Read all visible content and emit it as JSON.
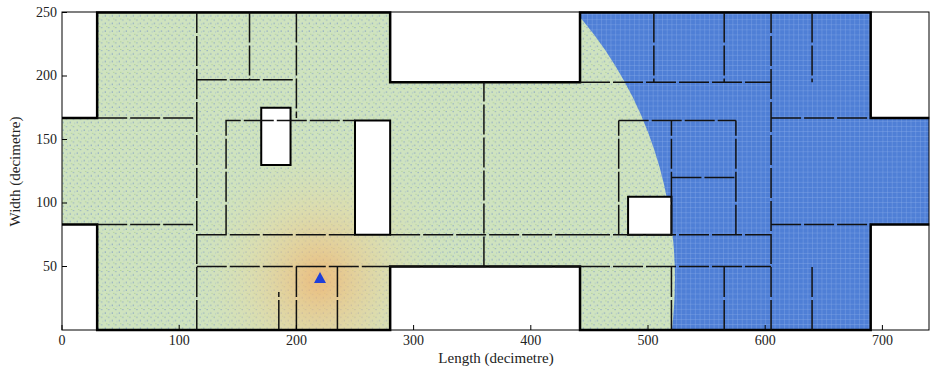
{
  "diagram": {
    "labels": [
      "0",
      "100",
      "200",
      "300",
      "400",
      "500",
      "600",
      "700",
      "50",
      "100",
      "150",
      "200",
      "250",
      "Length (decimetre)",
      "Width (decimetre)"
    ]
  }
}
